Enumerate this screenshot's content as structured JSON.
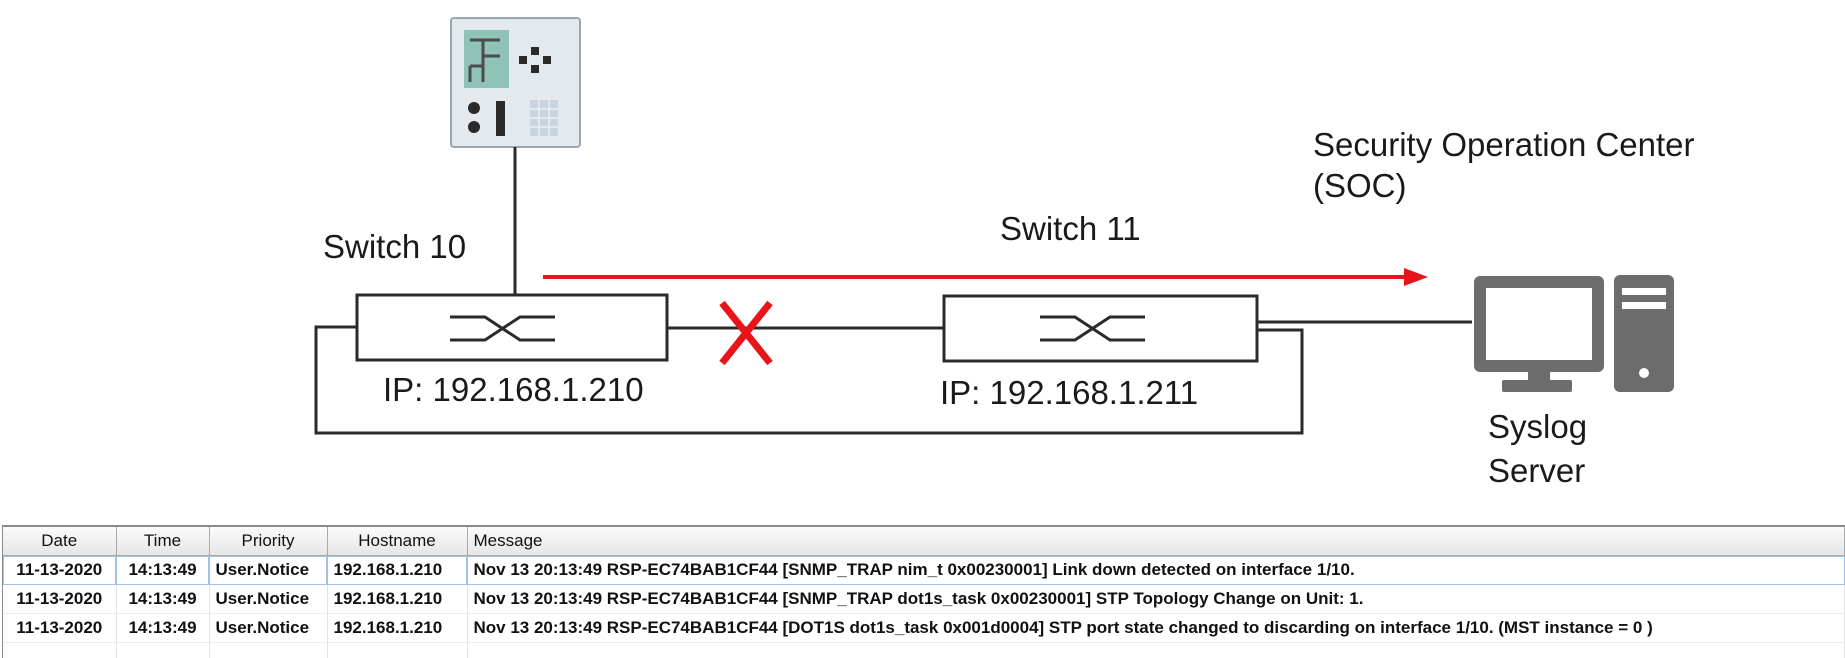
{
  "diagram": {
    "soc_label_line1": "Security Operation Center",
    "soc_label_line2": "(SOC)",
    "switch10_name": "Switch 10",
    "switch10_ip": "IP: 192.168.1.210",
    "switch11_name": "Switch 11",
    "switch11_ip": "IP: 192.168.1.211",
    "server_label_line1": "Syslog",
    "server_label_line2": "Server",
    "colors": {
      "alert_red": "#e8141a",
      "line": "#2a2a2a",
      "computer_gray": "#6c6c6c",
      "device_teal": "#8fc3b8",
      "device_bg": "#e4e9ee"
    },
    "icons": [
      "management-station-icon",
      "switch-symbol-icon",
      "link-failure-x-icon",
      "computer-icon"
    ]
  },
  "log_table": {
    "columns": [
      "Date",
      "Time",
      "Priority",
      "Hostname",
      "Message"
    ],
    "rows": [
      [
        "11-13-2020",
        "14:13:49",
        "User.Notice",
        "192.168.1.210",
        "Nov 13 20:13:49 RSP-EC74BAB1CF44 [SNMP_TRAP nim_t 0x00230001] Link down detected on interface 1/10."
      ],
      [
        "11-13-2020",
        "14:13:49",
        "User.Notice",
        "192.168.1.210",
        "Nov 13 20:13:49 RSP-EC74BAB1CF44 [SNMP_TRAP dot1s_task 0x00230001] STP Topology Change on Unit: 1."
      ],
      [
        "11-13-2020",
        "14:13:49",
        "User.Notice",
        "192.168.1.210",
        "Nov 13 20:13:49 RSP-EC74BAB1CF44 [DOT1S dot1s_task 0x001d0004] STP port state changed to discarding on interface 1/10. (MST instance = 0 )"
      ]
    ]
  }
}
